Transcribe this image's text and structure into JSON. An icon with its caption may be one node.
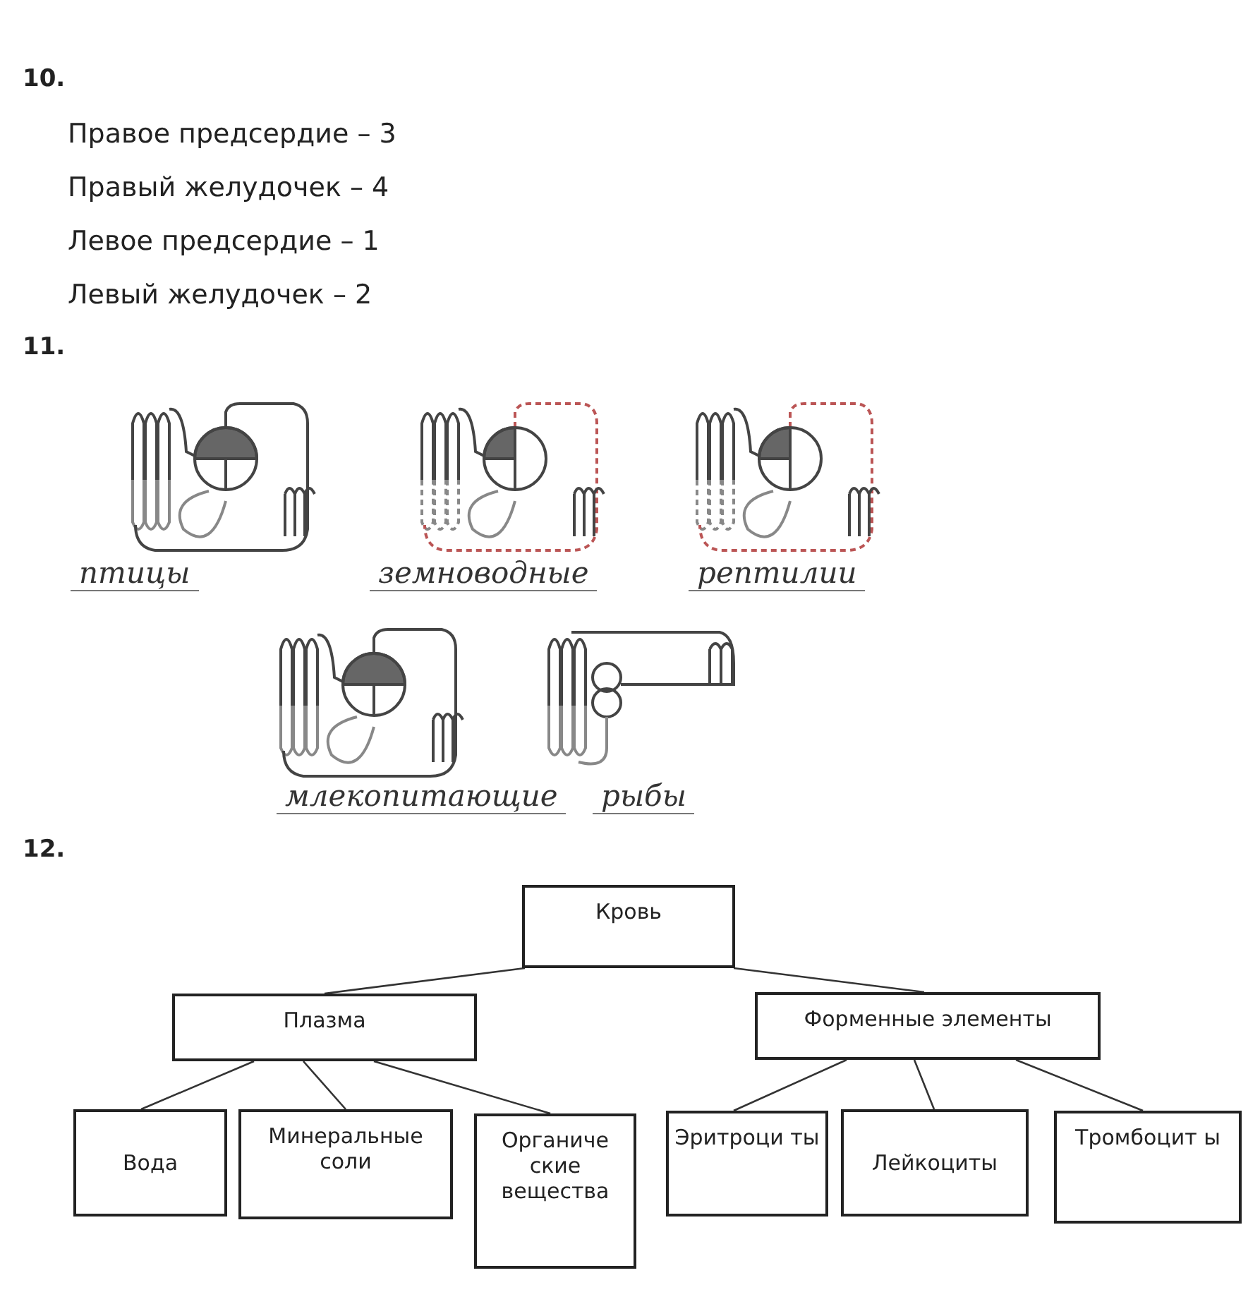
{
  "diagram": {
    "nodes": [
      {
        "text": [
          "Кровь"
        ]
      },
      {
        "text": [
          "Плазма"
        ]
      },
      {
        "text": [
          "Форменные элементы"
        ]
      },
      {
        "text": [
          "Вода"
        ]
      },
      {
        "text": [
          "Минеральные соли"
        ]
      },
      {
        "text": [
          "Органиче ские вещества"
        ]
      },
      {
        "text": [
          "Эритроци ты"
        ]
      },
      {
        "text": [
          "Лейкоциты"
        ]
      },
      {
        "text": [
          "Тромбоцит ы"
        ]
      }
    ],
    "edges": [
      {
        "from": 0,
        "to": 1,
        "arrow": "none"
      },
      {
        "from": 0,
        "to": 2,
        "arrow": "none"
      },
      {
        "from": 1,
        "to": 3,
        "arrow": "none"
      },
      {
        "from": 1,
        "to": 4,
        "arrow": "none"
      },
      {
        "from": 1,
        "to": 5,
        "arrow": "none"
      },
      {
        "from": 2,
        "to": 6,
        "arrow": "none"
      },
      {
        "from": 2,
        "to": 7,
        "arrow": "none"
      },
      {
        "from": 2,
        "to": 8,
        "arrow": "none"
      }
    ],
    "labels": [
      "10.",
      "Правое предсердие – 3",
      "Правый желудочек – 4",
      "Левое предсердие – 1",
      "Левый желудочек – 2",
      "11.",
      "птицы",
      "земноводные",
      "рептилии",
      "млекопитающие",
      "рыбы",
      "12."
    ]
  }
}
